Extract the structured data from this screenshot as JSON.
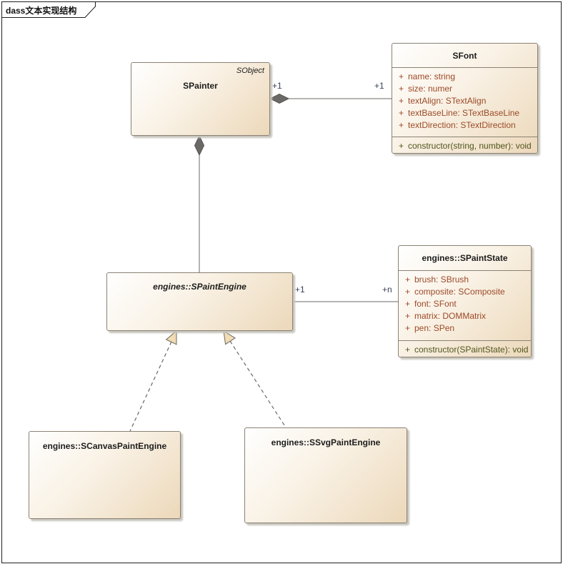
{
  "frame": {
    "label": "dass文本实现结构"
  },
  "symbols": {
    "plus": "+"
  },
  "classes": {
    "spainter": {
      "name": "SPainter",
      "property": "SObject"
    },
    "sfont": {
      "name": "SFont",
      "attributes": [
        "name: string",
        "size: numer",
        "textAlign: STextAlign",
        "textBaseLine: STextBaseLine",
        "textDirection: STextDirection"
      ],
      "operations": [
        "constructor(string, number): void"
      ]
    },
    "spaintengine": {
      "name": "engines::SPaintEngine",
      "abstract": true
    },
    "spaintstate": {
      "name": "engines::SPaintState",
      "attributes": [
        "brush: SBrush",
        "composite: SComposite",
        "font: SFont",
        "matrix: DOMMatrix",
        "pen: SPen"
      ],
      "operations": [
        "constructor(SPaintState): void"
      ]
    },
    "scanvaspaintengine": {
      "name": "engines::SCanvasPaintEngine"
    },
    "ssvgpaintengine": {
      "name": "engines::SSvgPaintEngine"
    }
  },
  "connectors": {
    "spainter_sfont": {
      "type": "composition",
      "source_label": "+1",
      "target_label": "+1"
    },
    "spainter_spaintengine": {
      "type": "composition"
    },
    "spaintengine_spaintstate": {
      "type": "association",
      "source_label": "+1",
      "target_label": "+n"
    },
    "scanvas_generalization": {
      "type": "generalization"
    },
    "ssvg_generalization": {
      "type": "generalization"
    }
  },
  "colors": {
    "attribute_text": "#9c4a28",
    "operation_text": "#50551f",
    "connector_label": "#3a3f58",
    "box_border": "#8a8274",
    "box_fill_light": "#ffffff",
    "box_fill_dark": "#ecd8ba",
    "connector_line": "#6a6865",
    "diamond_fill": "#6b6967",
    "triangle_fill": "#f1dcb3",
    "frame_border": "#1f1f1f"
  }
}
